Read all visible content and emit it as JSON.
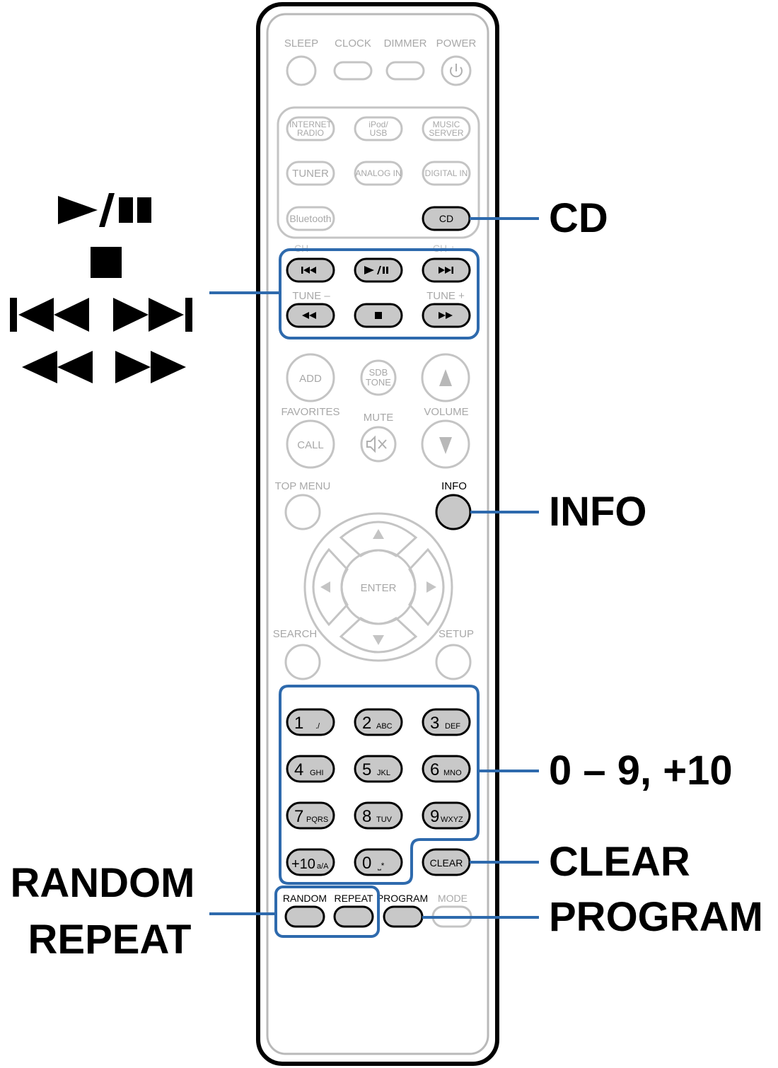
{
  "remote": {
    "top_buttons": [
      "SLEEP",
      "CLOCK",
      "DIMMER",
      "POWER"
    ],
    "source_buttons": [
      {
        "line1": "INTERNET",
        "line2": "RADIO"
      },
      {
        "line1": "iPod/",
        "line2": "USB"
      },
      {
        "line1": "MUSIC",
        "line2": "SERVER"
      },
      {
        "line1": "TUNER",
        "line2": ""
      },
      {
        "line1": "ANALOG IN",
        "line2": ""
      },
      {
        "line1": "DIGITAL IN",
        "line2": ""
      },
      {
        "line1": "Bluetooth",
        "line2": ""
      },
      {
        "line1": "CD",
        "line2": ""
      }
    ],
    "transport_labels": {
      "ch_minus": "CH –",
      "ch_plus": "CH +",
      "tune_minus": "TUNE –",
      "tune_plus": "TUNE +"
    },
    "middle": {
      "add": "ADD",
      "sdb_tone_1": "SDB",
      "sdb_tone_2": "TONE",
      "favorites": "FAVORITES",
      "mute": "MUTE",
      "volume": "VOLUME",
      "call": "CALL"
    },
    "nav": {
      "top_menu": "TOP MENU",
      "info": "INFO",
      "enter": "ENTER",
      "search": "SEARCH",
      "setup": "SETUP"
    },
    "keypad": [
      {
        "num": "1",
        "sub": "./"
      },
      {
        "num": "2",
        "sub": "ABC"
      },
      {
        "num": "3",
        "sub": "DEF"
      },
      {
        "num": "4",
        "sub": "GHI"
      },
      {
        "num": "5",
        "sub": "JKL"
      },
      {
        "num": "6",
        "sub": "MNO"
      },
      {
        "num": "7",
        "sub": "PQRS"
      },
      {
        "num": "8",
        "sub": "TUV"
      },
      {
        "num": "9",
        "sub": "WXYZ"
      },
      {
        "num": "+10",
        "sub": "a/A"
      },
      {
        "num": "0",
        "sub": "⎵*"
      },
      {
        "num": "CLEAR",
        "sub": ""
      }
    ],
    "bottom_buttons": [
      "RANDOM",
      "REPEAT",
      "PROGRAM",
      "MODE"
    ]
  },
  "callouts": {
    "cd": "CD",
    "info": "INFO",
    "numbers": "0 – 9, +10",
    "clear": "CLEAR",
    "program": "PROGRAM",
    "random": "RANDOM",
    "repeat": "REPEAT"
  },
  "colors": {
    "highlight": "#2e6aad",
    "active_fill": "#c8c8c8",
    "faded": "#c4c4c4",
    "faded_text": "#a8a8a8"
  }
}
